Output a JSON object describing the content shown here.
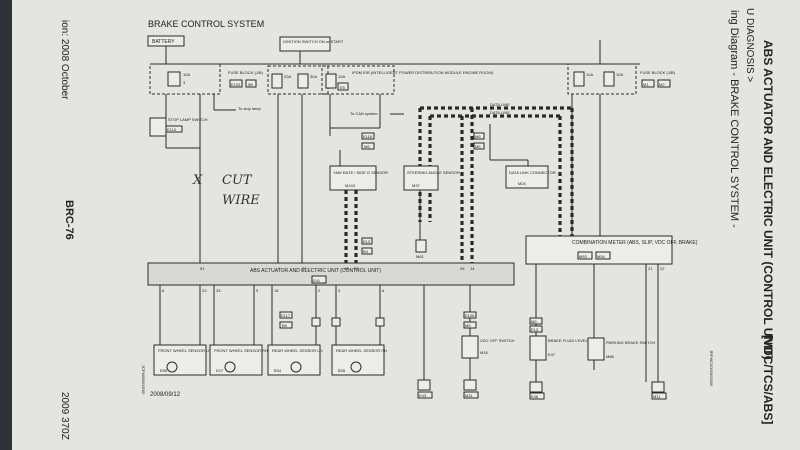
{
  "page": {
    "title": "BRAKE CONTROL SYSTEM",
    "date": "2008/09/12",
    "page_code": "BRC-76",
    "model": "2009 370Z",
    "edition": "ion: 2008 October",
    "right_header_1": "ABS ACTUATOR AND ELECTRIC UNIT (CONTROL UNIT)",
    "right_header_2": "[VDC/TCS/ABS]",
    "right_header_3": "U DIAGNOSIS >",
    "right_header_4": "ing Diagram - BRAKE CONTROL SYSTEM -",
    "corner_code": "JRFWC0000000000",
    "left_code": "JCFWB0000000"
  },
  "annotation": {
    "line1": "CUT",
    "line2": "WIRE",
    "mark": "X"
  },
  "components": {
    "battery": "BATTERY",
    "ignition": "IGNITION SWITCH ON or START",
    "fuse_block_left": "FUSE BLOCK (J/B)",
    "fuse_left": "10A",
    "fuse_left_no": "3",
    "fuse_left_conn1": "E103",
    "fuse_left_conn2": "5B",
    "fuse_a": "20A",
    "fuse_b": "30A",
    "fuse_c": "10A",
    "ipdm": "IPDM E/R (INTELLIGENT POWER DISTRIBUTION MODULE ENGINE ROOM)",
    "ipdm_conn": "E5",
    "fuse_block_right": "FUSE BLOCK (J/B)",
    "fuse_r1": "10A",
    "fuse_r2": "10A",
    "fuse_r_conn1": "M1",
    "fuse_r_conn2": "M2",
    "stop_lamp": "STOP LAMP SWITCH",
    "stop_lamp_conn": "E110",
    "to_stop_lamp": "To stop lamp",
    "to_can": "To CAN system",
    "data_line_1": "DATA LINE",
    "data_line_2": "DATA LINE",
    "yaw": "YAW RATE / SIDE G SENSOR",
    "yaw_conn": "M143",
    "steering": "STEERING ANGLE SENSOR",
    "steering_conn": "M37",
    "dlc": "DATA LINK CONNECTOR",
    "dlc_conn": "M24",
    "meter": "COMBINATION METER (ABS, SLIP, VDC OFF, BRAKE)",
    "meter_conn1": "M53",
    "meter_conn2": "M54",
    "abs_unit": "ABS ACTUATOR AND ELECTRIC UNIT (CONTROL UNIT)",
    "abs_conn": "E41",
    "front_lh": "FRONT WHEEL SENSOR LH",
    "front_lh_conn": "E65",
    "front_rh": "FRONT WHEEL SENSOR RH",
    "front_rh_conn": "E27",
    "rear_lh": "REAR WHEEL SENSOR LH",
    "rear_lh_conn": "B34",
    "rear_rh": "REAR WHEEL SENSOR RH",
    "rear_rh_conn": "B35",
    "vdc_off": "VDC OFF SWITCH",
    "vdc_off_conn": "M18",
    "brake_fluid": "BRAKE FLUID LEVEL SWITCH",
    "brake_fluid_conn": "E47",
    "parking": "PARKING BRAKE SWITCH",
    "parking_conn": "M88",
    "conn_e116": "E116",
    "conn_m6": "M6",
    "conn_m5": "M5",
    "conn_e13": "E13",
    "conn_b3": "B3",
    "conn_e117": "E117",
    "conn_b9": "B9",
    "conn_e106": "E106",
    "ground_e43": "E43",
    "ground_m11": "M11",
    "ground_e46": "E46",
    "ground_m61": "M61"
  },
  "pins": {
    "p51": "51",
    "p1": "1",
    "p29": "29",
    "p43": "43",
    "p25": "25",
    "p26": "26",
    "p14": "14",
    "p18": "18",
    "p23": "23",
    "p33": "33",
    "p8": "8",
    "p9": "9",
    "p2": "2",
    "p3": "3",
    "p6": "6",
    "p5": "5",
    "p27": "27",
    "p21": "21",
    "p22": "22",
    "p42": "42",
    "p16": "16"
  }
}
